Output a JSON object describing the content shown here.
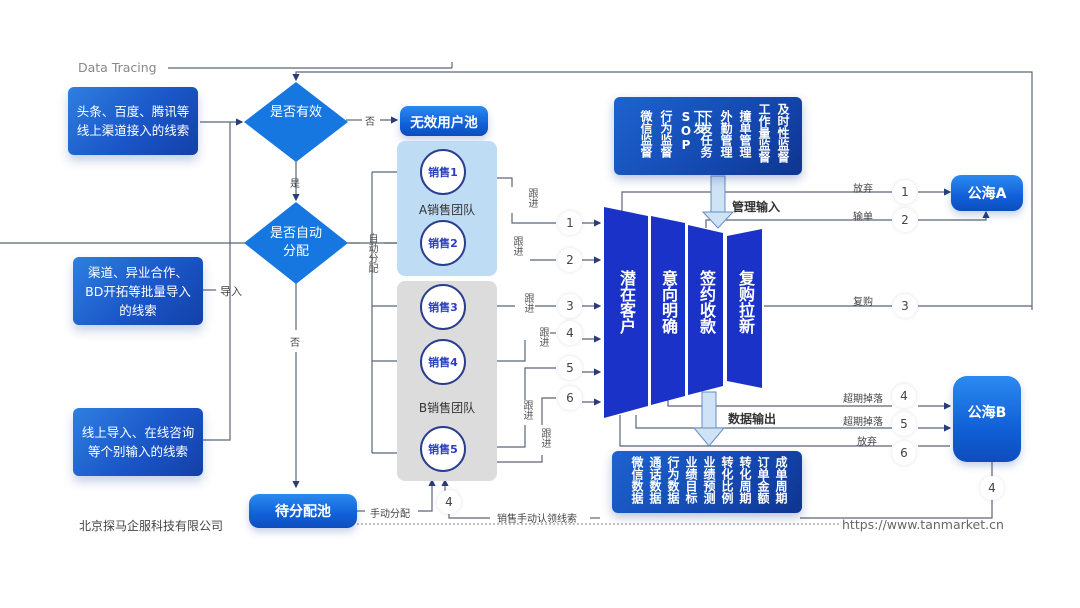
{
  "header": {
    "title": "Data Tracing"
  },
  "sources": [
    {
      "text": "头条、百度、腾讯等线上渠道接入的线索"
    },
    {
      "text": "渠道、异业合作、BD开拓等批量导入的线索"
    },
    {
      "text": "线上导入、在线咨询等个别输入的线索"
    }
  ],
  "import_label": "导入",
  "decisions": {
    "valid": "是否有效",
    "auto_assign": "是否自动分配"
  },
  "edge_labels": {
    "no": "否",
    "yes": "是",
    "no2": "否",
    "auto_assign": "自动分配",
    "manual_assign": "手动分配",
    "sales_claim": "销售手动认领线索",
    "follow_up": "跟进",
    "management_input": "管理输入",
    "data_output": "数据输出"
  },
  "invalid_pool": "无效用户池",
  "pending_pool": "待分配池",
  "teams": {
    "a": {
      "label": "A销售团队",
      "members": [
        "销售1",
        "销售2"
      ]
    },
    "b": {
      "label": "B销售团队",
      "members": [
        "销售3",
        "销售4",
        "销售5"
      ]
    }
  },
  "funnel_stages": [
    "潜在客户",
    "意向明确",
    "签约收款",
    "复购拉新"
  ],
  "management_items": [
    "微信监督",
    "行为监督",
    "下发SOP",
    "下发任务",
    "外勤管理",
    "撞单管理",
    "工作量监督",
    "及时性监督"
  ],
  "data_items": [
    "微信数据",
    "通话数据",
    "行为数据",
    "业绩目标",
    "业绩预测",
    "转化比例",
    "转化周期",
    "订单金额",
    "成单周期"
  ],
  "entry_numbers": [
    "1",
    "2",
    "3",
    "4",
    "5",
    "6"
  ],
  "sea_a": {
    "label": "公海A",
    "flows": [
      {
        "num": "1",
        "label": "放弃"
      },
      {
        "num": "2",
        "label": "输单"
      },
      {
        "num": "3",
        "label": "复购"
      }
    ]
  },
  "sea_b": {
    "label": "公海B",
    "flows": [
      {
        "num": "4",
        "label": "超期掉落"
      },
      {
        "num": "5",
        "label": "超期掉落"
      },
      {
        "num": "6",
        "label": "放弃"
      }
    ],
    "return_num": "4"
  },
  "footer": {
    "company": "北京探马企服科技有限公司",
    "url": "https://www.tanmarket.cn"
  },
  "colors": {
    "primary_blue": "#1a56c8",
    "funnel_blue": "#1630c8",
    "team_a_bg": "#bfdcf5",
    "team_b_bg": "#dcdcdc",
    "line": "#4a5570"
  }
}
